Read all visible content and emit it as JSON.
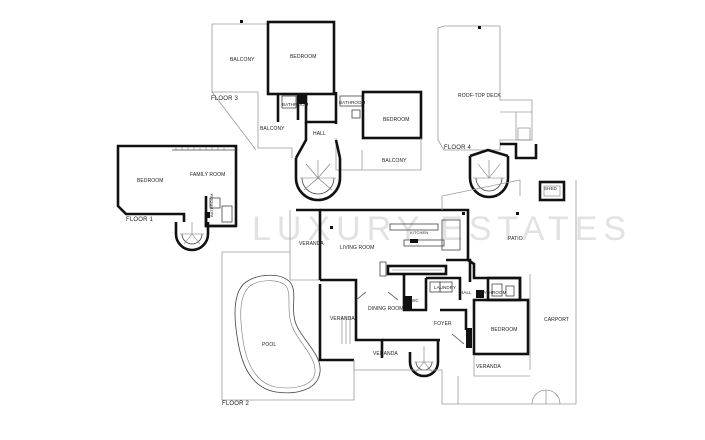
{
  "watermark": "LUXURY ESTATES",
  "floors": {
    "floor1": "FLOOR 1",
    "floor2": "FLOOR 2",
    "floor3": "FLOOR 3",
    "floor4": "FLOOR 4"
  },
  "rooms": {
    "f3_balcony_left": "BALCONY",
    "f3_bedroom_top": "BEDROOM",
    "f3_bathroom_left": "BATHROOM",
    "f3_bathroom_right": "BATHROOM",
    "f3_balcony_mid": "BALCONY",
    "f3_hall": "HALL",
    "f3_bedroom_right": "BEDROOM",
    "f3_balcony_bottom": "BALCONY",
    "f4_rooftop": "ROOF-TOP DECK",
    "f1_bedroom": "BEDROOM",
    "f1_family": "FAMILY ROOM",
    "f1_bathroom": "BATHROOM",
    "f2_shed": "SHED",
    "f2_patio": "PATIO",
    "f2_veranda_top": "VERANDA",
    "f2_living": "LIVING ROOM",
    "f2_kitchen": "KITCHEN",
    "f2_laundry": "LAUNDRY",
    "f2_hall": "HALL",
    "f2_bathroom": "BATHROOM",
    "f2_wc": "WC",
    "f2_dining": "DINING ROOM",
    "f2_foyer": "FOYER",
    "f2_bedroom": "BEDROOM",
    "f2_veranda_left": "VERANDA",
    "f2_veranda_bottom": "VERANDA",
    "f2_veranda_entry": "VERANDA",
    "f2_carport": "CARPORT",
    "f2_pool": "POOL"
  }
}
